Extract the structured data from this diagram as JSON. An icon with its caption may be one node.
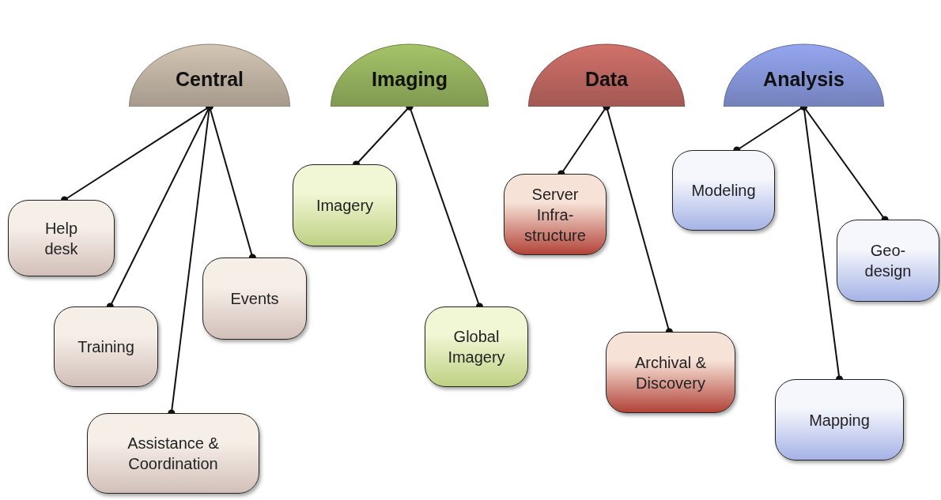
{
  "diagram": {
    "nodes": [
      {
        "text": [
          "Central"
        ]
      },
      {
        "text": [
          "Help desk"
        ]
      },
      {
        "text": [
          "Training"
        ]
      },
      {
        "text": [
          "Assistance & Coordination"
        ]
      },
      {
        "text": [
          "Events"
        ]
      },
      {
        "text": [
          "Imaging"
        ]
      },
      {
        "text": [
          "Imagery"
        ]
      },
      {
        "text": [
          "Global Imagery"
        ]
      },
      {
        "text": [
          "Data"
        ]
      },
      {
        "text": [
          "Server Infra- structure"
        ]
      },
      {
        "text": [
          "Archival & Discovery"
        ]
      },
      {
        "text": [
          "Analysis"
        ]
      },
      {
        "text": [
          "Modeling"
        ]
      },
      {
        "text": [
          "Geo- design"
        ]
      },
      {
        "text": [
          "Mapping"
        ]
      }
    ],
    "edges": [
      {
        "from": 0,
        "to": 1,
        "arrow": "other"
      },
      {
        "from": 0,
        "to": 2,
        "arrow": "other"
      },
      {
        "from": 0,
        "to": 3,
        "arrow": "other"
      },
      {
        "from": 0,
        "to": 4,
        "arrow": "other"
      },
      {
        "from": 5,
        "to": 6,
        "arrow": "other"
      },
      {
        "from": 5,
        "to": 7,
        "arrow": "other"
      },
      {
        "from": 8,
        "to": 9,
        "arrow": "other"
      },
      {
        "from": 8,
        "to": 10,
        "arrow": "other"
      },
      {
        "from": 11,
        "to": 12,
        "arrow": "other"
      },
      {
        "from": 11,
        "to": 13,
        "arrow": "other"
      },
      {
        "from": 11,
        "to": 14,
        "arrow": "other"
      }
    ]
  }
}
